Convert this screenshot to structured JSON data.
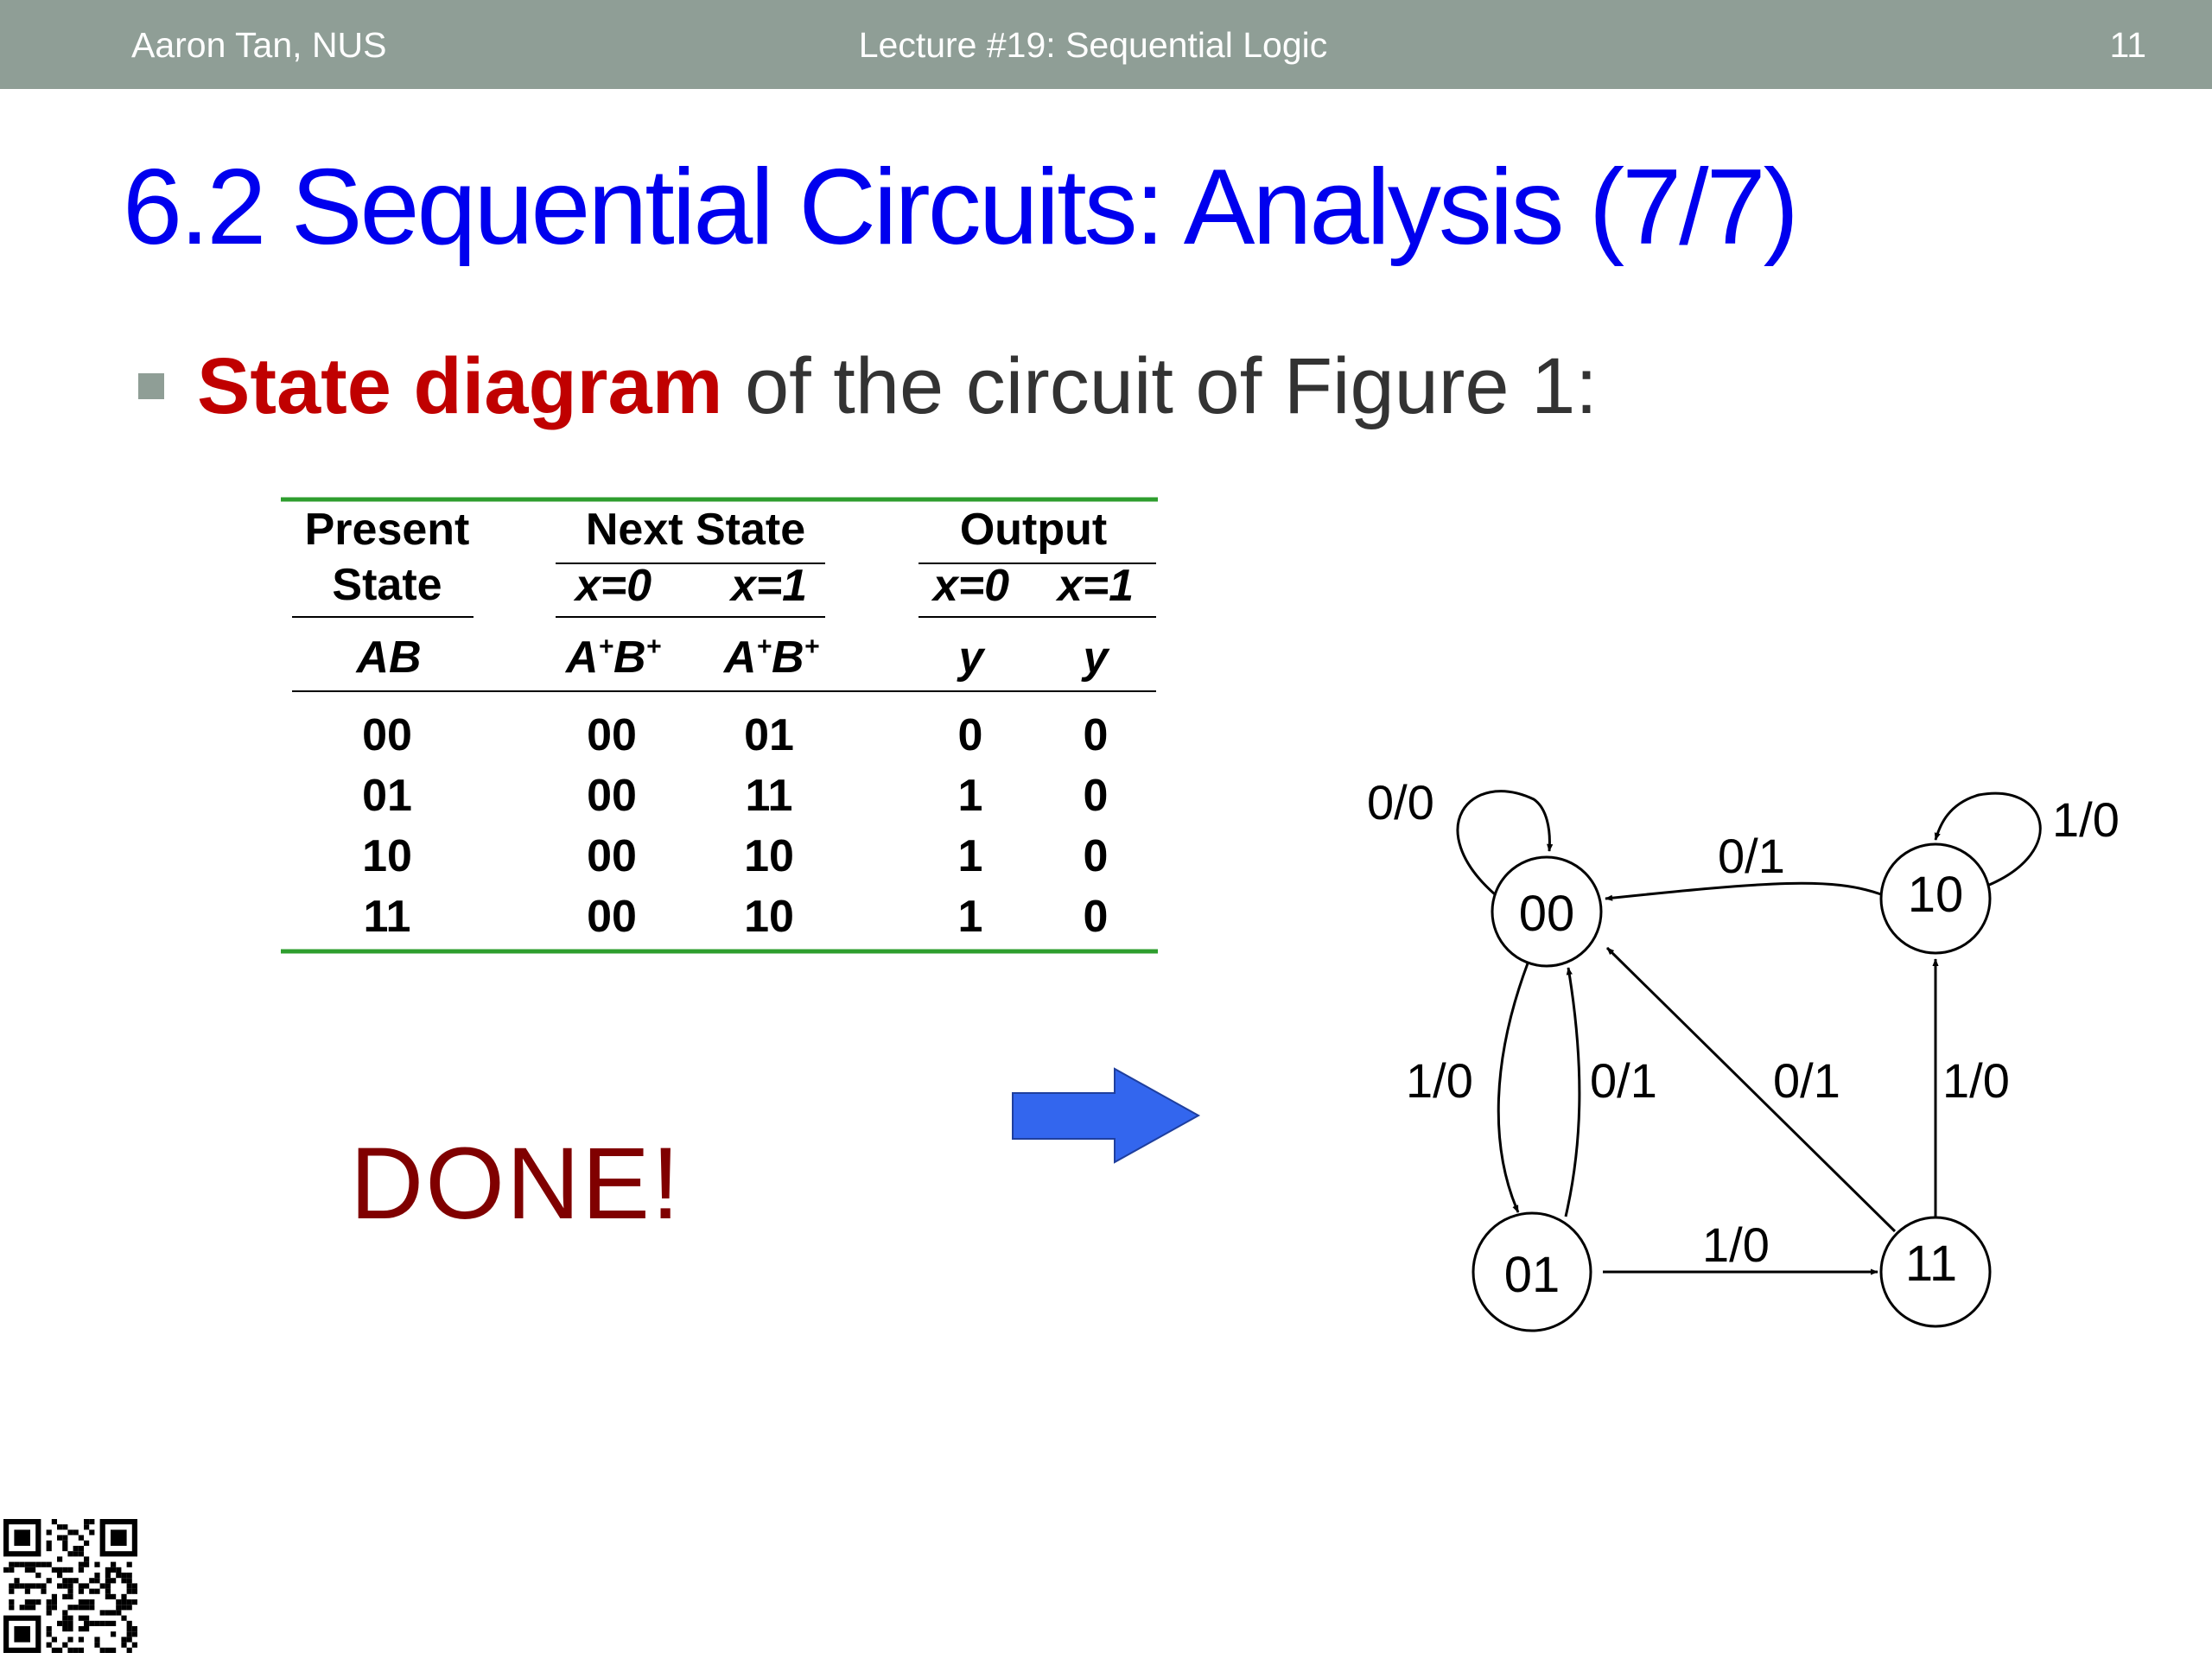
{
  "header": {
    "author": "Aaron Tan, NUS",
    "lecture": "Lecture #19: Sequential Logic",
    "page": "11"
  },
  "title": "6.2 Sequential Circuits: Analysis (7/7)",
  "bullet": {
    "highlight": "State diagram",
    "rest": " of the circuit of Figure 1:"
  },
  "table": {
    "present_state_line1": "Present",
    "present_state_line2": "State",
    "next_state": "Next State",
    "output": "Output",
    "x0": "x=0",
    "x1": "x=1",
    "x0_out": "x=0",
    "x1_out": "x=1",
    "ab": "AB",
    "a": "A",
    "b": "B",
    "plus": "+",
    "y": "y",
    "rows": [
      [
        "00",
        "00",
        "01",
        "0",
        "0"
      ],
      [
        "01",
        "00",
        "11",
        "1",
        "0"
      ],
      [
        "10",
        "00",
        "10",
        "1",
        "0"
      ],
      [
        "11",
        "00",
        "10",
        "1",
        "0"
      ]
    ]
  },
  "done_text": "DONE!",
  "diagram": {
    "states": [
      "00",
      "10",
      "01",
      "11"
    ],
    "transitions": [
      {
        "from": "00",
        "to": "00",
        "label": "0/0"
      },
      {
        "from": "10",
        "to": "10",
        "label": "1/0"
      },
      {
        "from": "10",
        "to": "00",
        "label": "0/1"
      },
      {
        "from": "00",
        "to": "01",
        "label": "1/0"
      },
      {
        "from": "01",
        "to": "00",
        "label": "0/1"
      },
      {
        "from": "11",
        "to": "00",
        "label": "0/1"
      },
      {
        "from": "11",
        "to": "10",
        "label": "1/0"
      },
      {
        "from": "01",
        "to": "11",
        "label": "1/0"
      }
    ]
  },
  "colors": {
    "header_bg": "#8f9e96",
    "title": "#0000ee",
    "highlight": "#c00000",
    "done": "#800000",
    "arrow": "#3366ee",
    "table_rule": "#2e9e2e"
  }
}
